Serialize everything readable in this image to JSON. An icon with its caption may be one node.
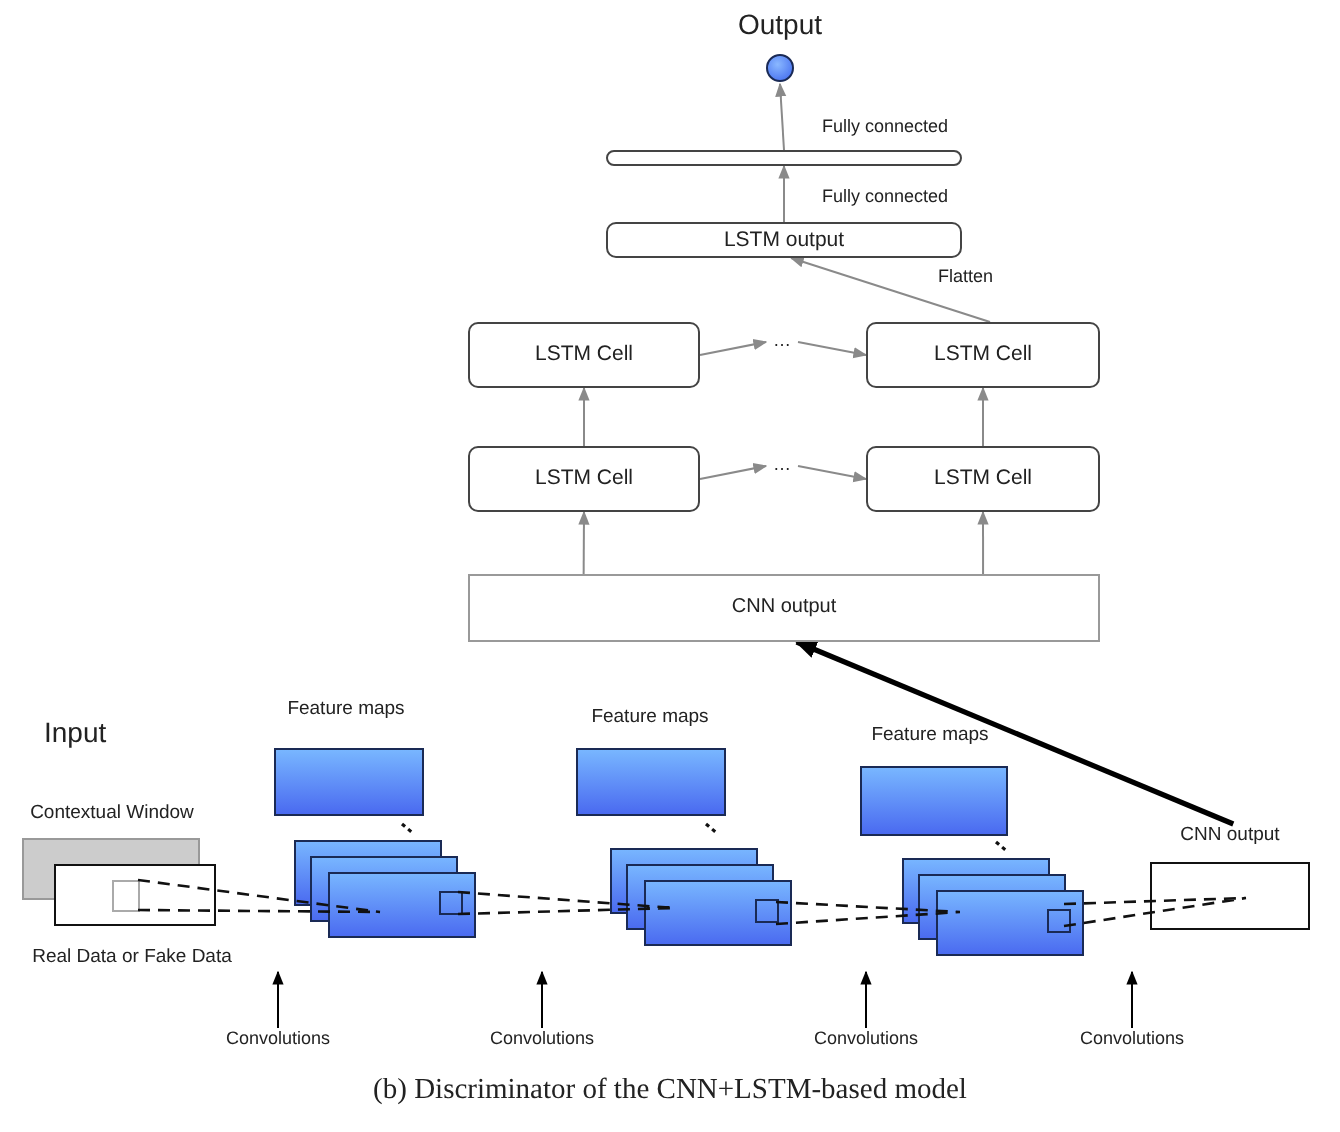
{
  "diagram": {
    "caption": "(b) Discriminator of the CNN+LSTM-based model",
    "nodes": [
      {
        "text": [
          "Output"
        ]
      },
      {
        "text": [],
        "shape": "bar"
      },
      {
        "text": [
          "LSTM output"
        ]
      },
      {
        "text": [
          "LSTM Cell"
        ]
      },
      {
        "text": [
          "…"
        ]
      },
      {
        "text": [
          "LSTM Cell"
        ]
      },
      {
        "text": [
          "LSTM Cell"
        ]
      },
      {
        "text": [
          "…"
        ]
      },
      {
        "text": [
          "LSTM Cell"
        ]
      },
      {
        "text": [
          "CNN output"
        ]
      },
      {
        "text": [
          "Contextual Window"
        ]
      },
      {
        "text": [
          "Real Data or Fake Data"
        ]
      },
      {
        "text": [
          "Feature maps"
        ]
      },
      {
        "text": [],
        "shape": "box"
      },
      {
        "text": [
          "Feature maps"
        ]
      },
      {
        "text": [],
        "shape": "box"
      },
      {
        "text": [
          "Feature maps"
        ]
      },
      {
        "text": [],
        "shape": "box"
      },
      {
        "text": [
          "CNN output"
        ]
      },
      {
        "text": [
          "Convolutions"
        ]
      },
      {
        "text": [
          "Convolutions"
        ]
      },
      {
        "text": [
          "Convolutions"
        ]
      },
      {
        "text": [
          "Convolutions"
        ]
      }
    ],
    "edges": [
      {
        "from": 1,
        "to": 0,
        "arrow": "to",
        "label": "Fully connected"
      },
      {
        "from": 2,
        "to": 1,
        "arrow": "to",
        "label": "Fully connected"
      },
      {
        "from": 5,
        "to": 2,
        "arrow": "to",
        "label": "Flatten"
      },
      {
        "from": 3,
        "to": 4,
        "arrow": "to"
      },
      {
        "from": 4,
        "to": 5,
        "arrow": "to"
      },
      {
        "from": 6,
        "to": 7,
        "arrow": "to"
      },
      {
        "from": 7,
        "to": 8,
        "arrow": "to"
      },
      {
        "from": 6,
        "to": 3,
        "arrow": "to"
      },
      {
        "from": 8,
        "to": 5,
        "arrow": "to"
      },
      {
        "from": 9,
        "to": 6,
        "arrow": "to"
      },
      {
        "from": 9,
        "to": 8,
        "arrow": "to"
      },
      {
        "from": 18,
        "to": 9,
        "arrow": "to",
        "style": "thick",
        "color": "#000000"
      },
      {
        "from": 19,
        "to": null,
        "arrow": "to",
        "color": "#000000"
      },
      {
        "from": 20,
        "to": null,
        "arrow": "to",
        "color": "#000000"
      },
      {
        "from": 21,
        "to": null,
        "arrow": "to",
        "color": "#000000"
      },
      {
        "from": 22,
        "to": null,
        "arrow": "to",
        "color": "#000000"
      }
    ],
    "labels": [
      "Input"
    ]
  }
}
